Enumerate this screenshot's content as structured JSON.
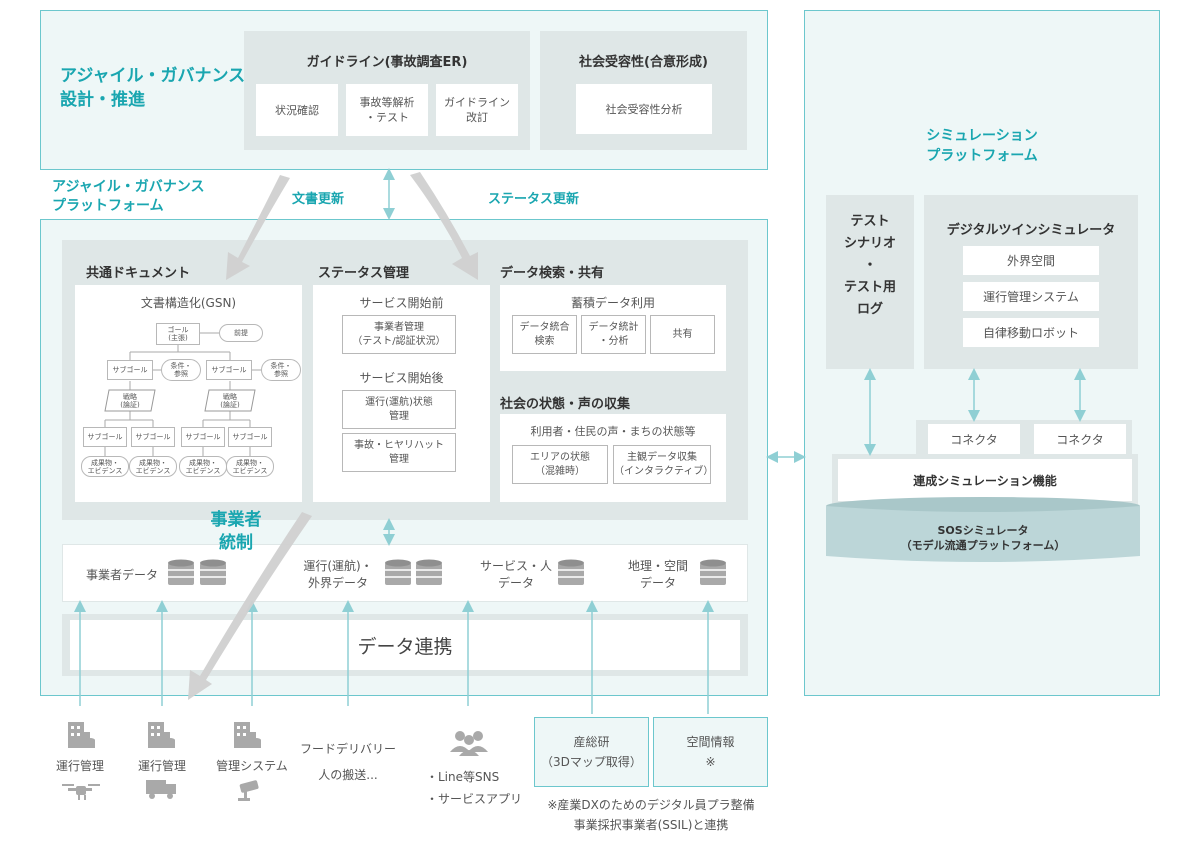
{
  "top_band": {
    "title": "アジャイル・ガバナンス\n設計・推進",
    "guideline": {
      "title": "ガイドライン(事故調査ER)",
      "steps": [
        "状況確認",
        "事故等解析\n・テスト",
        "ガイドライン\n改訂"
      ]
    },
    "acceptance": {
      "title": "社会受容性(合意形成)",
      "item": "社会受容性分析"
    }
  },
  "platform": {
    "title": "アジャイル・ガバナンス\nプラットフォーム",
    "doc_update": "文書更新",
    "status_update": "ステータス更新",
    "common_docs": {
      "title": "共通ドキュメント",
      "gsn_title": "文書構造化(GSN)",
      "gsn": {
        "goal": "ゴール\n(主張)",
        "premise": "前提",
        "subgoal": "サブゴール",
        "condition": "条件・\n参照",
        "strategy": "戦略\n(論証)",
        "evidence": "成果物・\nエビデンス"
      }
    },
    "status_mgmt": {
      "title": "ステータス管理",
      "before_title": "サービス開始前",
      "before_item": "事業者管理\n（テスト/認証状況）",
      "after_title": "サービス開始後",
      "after_items": [
        "運行(運航)状態\n管理",
        "事故・ヒヤリハット\n管理"
      ]
    },
    "data_search": {
      "title": "データ検索・共有",
      "subtitle": "蓄積データ利用",
      "items": [
        "データ統合\n検索",
        "データ統計\n・分析",
        "共有"
      ]
    },
    "social": {
      "title": "社会の状態・声の収集",
      "subtitle": "利用者・住民の声・まちの状態等",
      "items": [
        "エリアの状態\n（混雑時）",
        "主観データ収集\n（インタラクティブ）"
      ]
    },
    "operator_control": "事業者\n統制",
    "data_sources": [
      "事業者データ",
      "運行(運航)・\n外界データ",
      "サービス・人\nデータ",
      "地理・空間\nデータ"
    ],
    "data_link": "データ連携"
  },
  "simulation": {
    "title": "シミュレーション\nプラットフォーム",
    "scenario": "テスト\nシナリオ\n・\nテスト用\nログ",
    "digital_twin": {
      "title": "デジタルツインシミュレータ",
      "items": [
        "外界空間",
        "運行管理システム",
        "自律移動ロボット"
      ]
    },
    "connector": "コネクタ",
    "federated": "連成シミュレーション機能",
    "sos": "SOSシミュレータ\n（モデル流通プラットフォーム）"
  },
  "bottom": {
    "sources": [
      {
        "label": "運行管理",
        "icon": "drone-icon"
      },
      {
        "label": "運行管理",
        "icon": "truck-icon"
      },
      {
        "label": "管理システム",
        "icon": "camera-icon"
      },
      {
        "label": "フードデリバリー\n人の搬送...",
        "icon": ""
      },
      {
        "label": "・Line等SNS\n・サービスアプリ",
        "icon": "people-icon"
      }
    ],
    "aist": "産総研\n（3Dマップ取得）",
    "spatial": "空間情報\n※",
    "footnote": "※産業DXのためのデジタル員プラ整備\n事業採択事業者(SSIL)と連携"
  },
  "colors": {
    "accent": "#1aa6b0",
    "frame": "#6cc7cd",
    "panel": "#dfe7e7",
    "bg": "#eef7f7"
  }
}
